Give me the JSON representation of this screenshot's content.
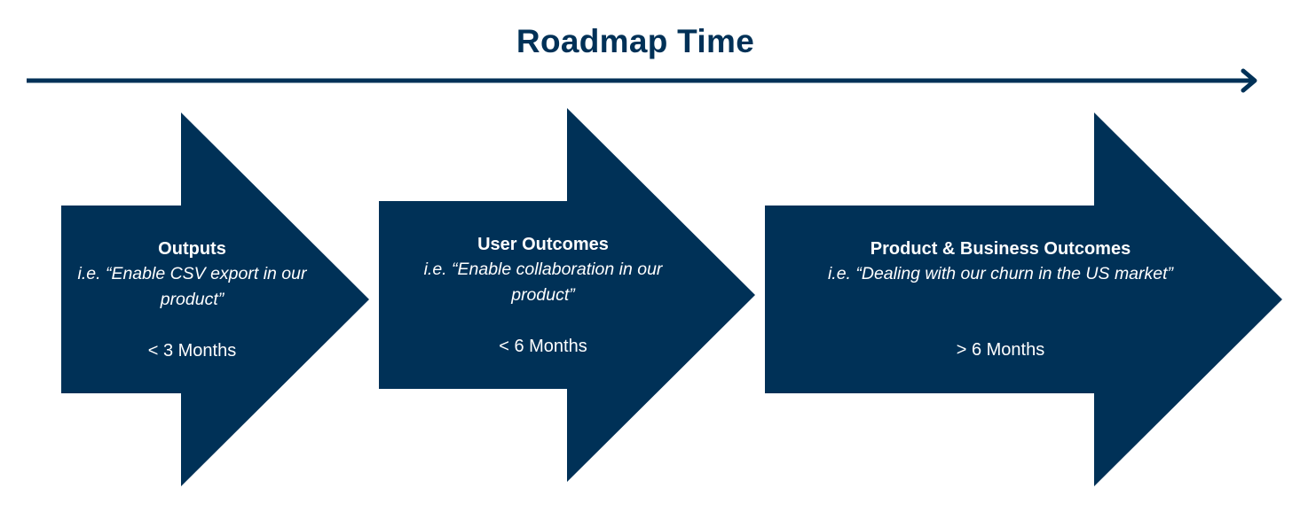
{
  "title": "Roadmap Time",
  "colors": {
    "primary": "#003157",
    "text_on_primary": "#ffffff",
    "background": "#ffffff"
  },
  "stages": [
    {
      "heading": "Outputs",
      "example": "i.e. “Enable CSV export in our product”",
      "duration": "< 3 Months"
    },
    {
      "heading": "User Outcomes",
      "example": "i.e. “Enable collaboration in our product”",
      "duration": "< 6 Months"
    },
    {
      "heading": "Product & Business Outcomes",
      "example": "i.e. “Dealing with our churn in the US market”",
      "duration": "> 6 Months"
    }
  ]
}
